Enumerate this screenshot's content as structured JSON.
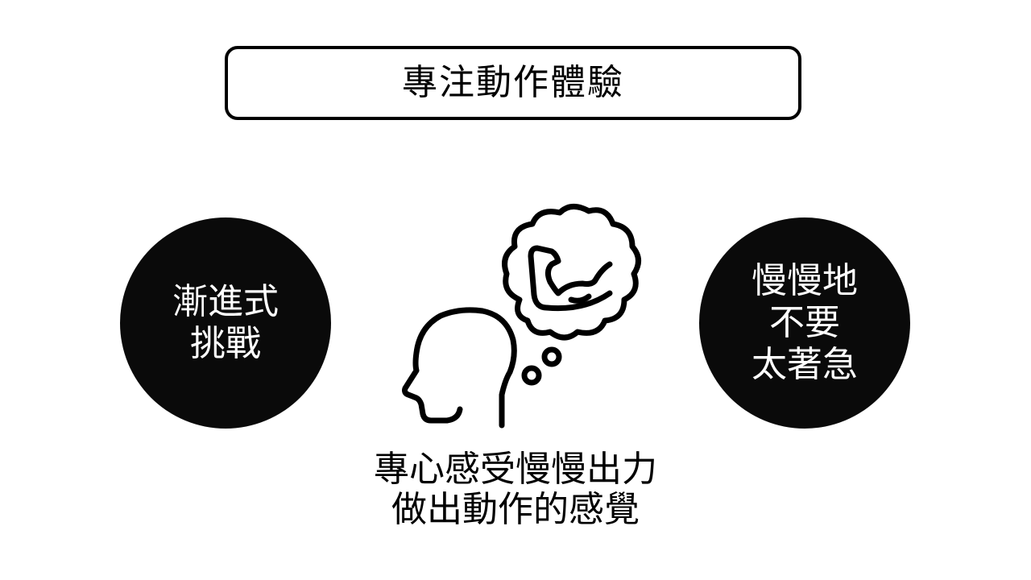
{
  "title": "專注動作體驗",
  "left_circle": {
    "lines": [
      "漸進式",
      "挑戰"
    ]
  },
  "right_circle": {
    "lines": [
      "慢慢地",
      "不要",
      "太著急"
    ]
  },
  "illustration": {
    "icon": "head-thinking-of-flexed-arm-icon"
  },
  "caption": {
    "lines": [
      "專心感受慢慢出力",
      "做出動作的感覺"
    ]
  },
  "colors": {
    "background": "#ffffff",
    "foreground": "#000000",
    "circle_fill": "#0a0a0a",
    "circle_text": "#ffffff"
  }
}
